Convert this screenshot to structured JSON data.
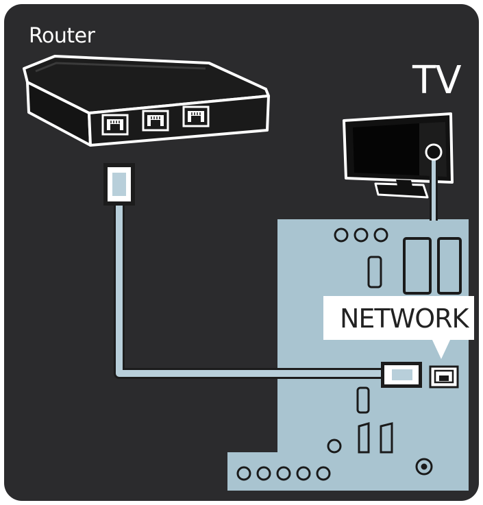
{
  "labels": {
    "router": "Router",
    "tv": "TV",
    "network": "NETWORK"
  },
  "colors": {
    "background": "#2b2b2d",
    "frame": "#ffffff",
    "panel": "#a9c4d0",
    "device_body": "#1c1c1c",
    "cable": "#b8cfda",
    "outline": "#ffffff",
    "callout": "#ffffff"
  },
  "icons": {
    "router_ports": [
      "ethernet-port-icon",
      "ethernet-port-icon",
      "ethernet-port-icon"
    ],
    "tv_network_port": "ethernet-port-icon"
  }
}
